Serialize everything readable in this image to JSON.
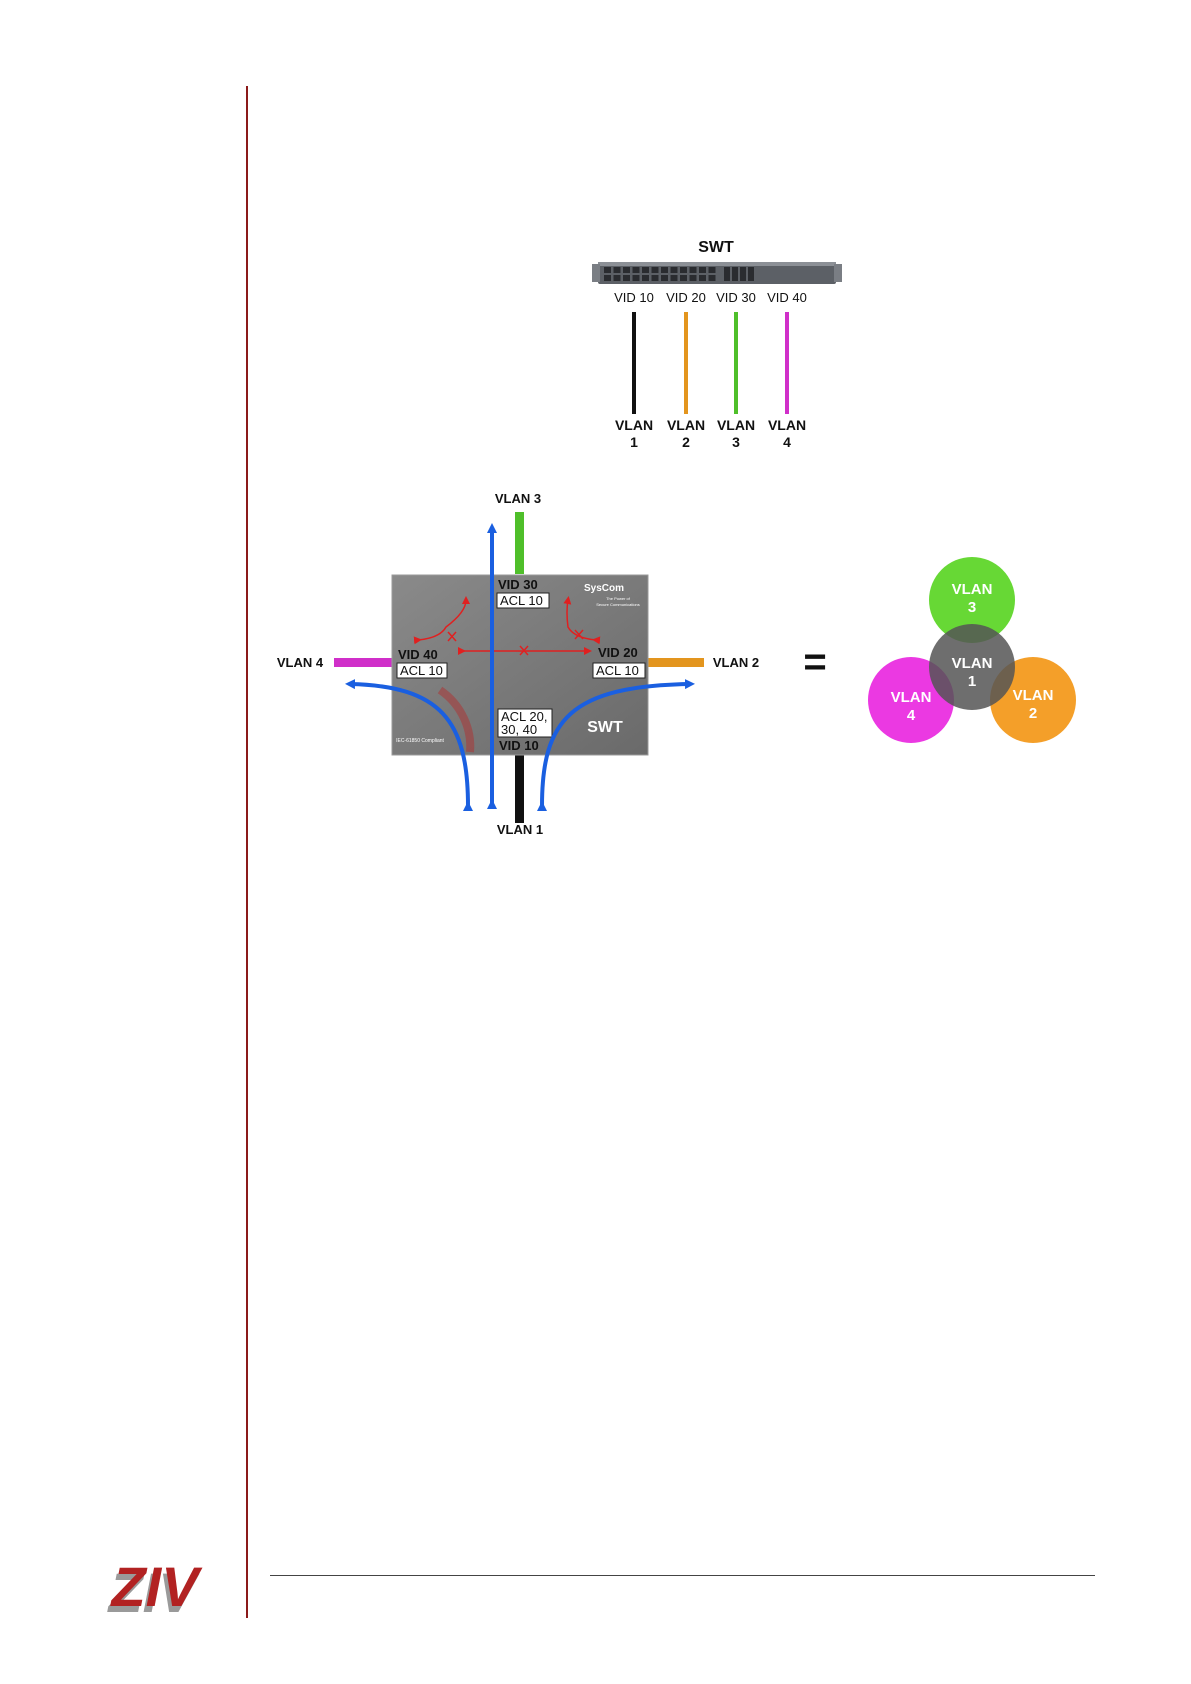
{
  "top_switch": {
    "title": "SWT",
    "vids": [
      "VID 10",
      "VID 20",
      "VID 30",
      "VID 40"
    ],
    "vlans": [
      {
        "line1": "VLAN",
        "line2": "1",
        "color": "#111111"
      },
      {
        "line1": "VLAN",
        "line2": "2",
        "color": "#e3951e"
      },
      {
        "line1": "VLAN",
        "line2": "3",
        "color": "#4fbf2a"
      },
      {
        "line1": "VLAN",
        "line2": "4",
        "color": "#d02fc9"
      }
    ]
  },
  "device": {
    "brand": "SysCom",
    "brand_tagline_1": "The Power of",
    "brand_tagline_2": "Secure Communications",
    "model_note": "IEC-61850 Compliant",
    "label": "SWT",
    "top_port": {
      "vid": "VID 30",
      "acl": "ACL 10"
    },
    "left_port": {
      "vid": "VID 40",
      "acl": "ACL 10"
    },
    "right_port": {
      "vid": "VID 20",
      "acl": "ACL 10"
    },
    "bottom_port": {
      "acl_line1": "ACL 20,",
      "acl_line2": "30, 40",
      "vid": "VID 10"
    }
  },
  "outer_labels": {
    "top": "VLAN 3",
    "left": "VLAN 4",
    "right": "VLAN 2",
    "bottom": "VLAN 1"
  },
  "equals": "=",
  "venn": {
    "center": {
      "line1": "VLAN",
      "line2": "1",
      "color": "#555555"
    },
    "top": {
      "line1": "VLAN",
      "line2": "3",
      "color": "#5fd62a"
    },
    "left": {
      "line1": "VLAN",
      "line2": "4",
      "color": "#ea2ee0"
    },
    "right": {
      "line1": "VLAN",
      "line2": "2",
      "color": "#f39a1e"
    }
  },
  "logo": {
    "text": "ZIV",
    "color": "#b22222"
  }
}
